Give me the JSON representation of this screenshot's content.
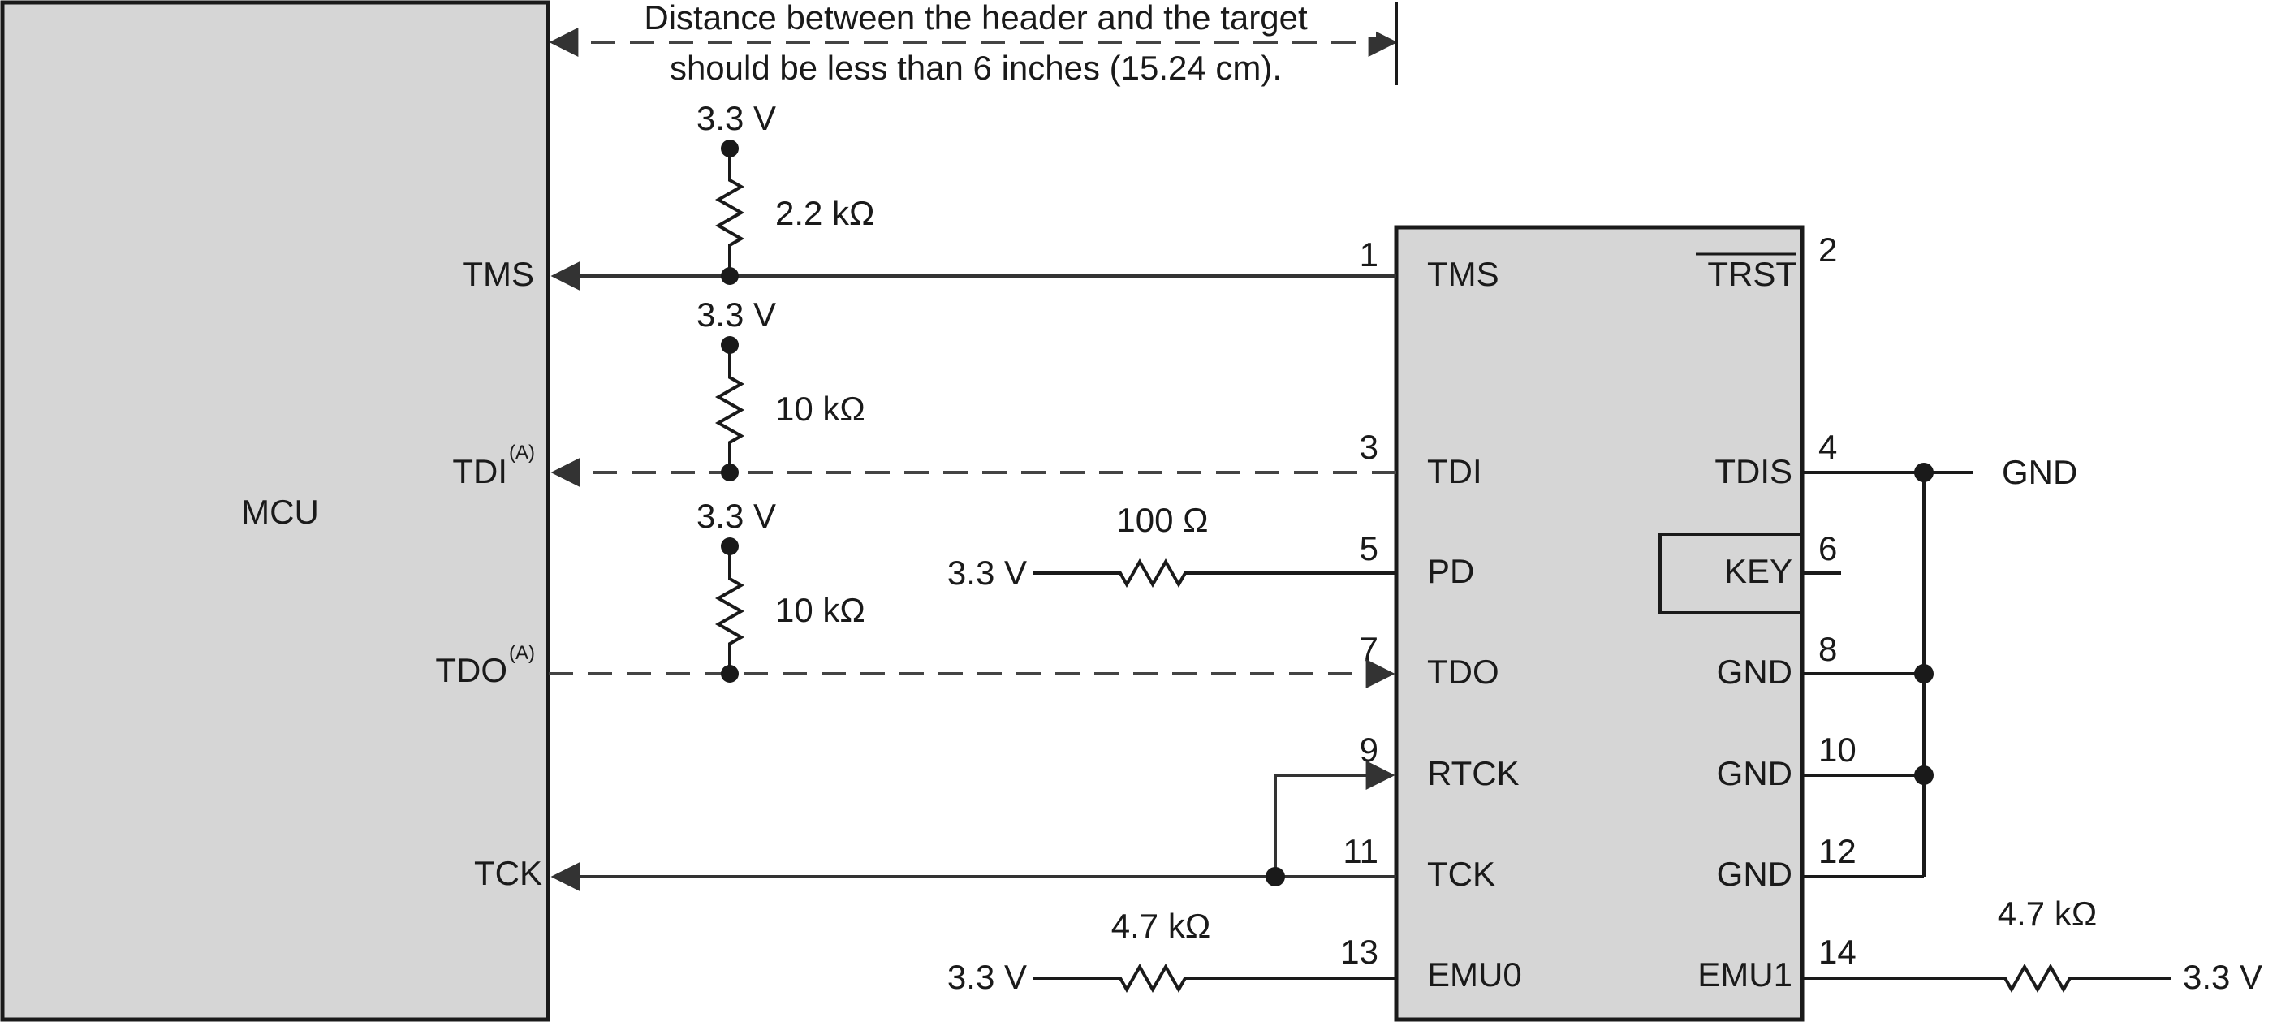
{
  "mcu": {
    "label": "MCU",
    "pins": {
      "tms": "TMS",
      "tdi": "TDI",
      "tdi_note": "(A)",
      "tdo": "TDO",
      "tdo_note": "(A)",
      "tck": "TCK"
    }
  },
  "distance_note": {
    "line1": "Distance between the header and the target",
    "line2": "should be less than 6 inches (15.24 cm)."
  },
  "header": {
    "left_pins": [
      {
        "num": "1",
        "name": "TMS"
      },
      {
        "num": "3",
        "name": "TDI"
      },
      {
        "num": "5",
        "name": "PD"
      },
      {
        "num": "7",
        "name": "TDO"
      },
      {
        "num": "9",
        "name": "RTCK"
      },
      {
        "num": "11",
        "name": "TCK"
      },
      {
        "num": "13",
        "name": "EMU0"
      }
    ],
    "right_pins": [
      {
        "num": "2",
        "name": "TRST"
      },
      {
        "num": "4",
        "name": "TDIS"
      },
      {
        "num": "6",
        "name": "KEY"
      },
      {
        "num": "8",
        "name": "GND"
      },
      {
        "num": "10",
        "name": "GND"
      },
      {
        "num": "12",
        "name": "GND"
      },
      {
        "num": "14",
        "name": "EMU1"
      }
    ]
  },
  "components": {
    "r_tms": {
      "value": "2.2 kΩ",
      "supply": "3.3 V"
    },
    "r_tdi": {
      "value": "10 kΩ",
      "supply": "3.3 V"
    },
    "r_tdo": {
      "value": "10 kΩ",
      "supply": "3.3 V"
    },
    "r_pd": {
      "value": "100 Ω",
      "supply": "3.3 V"
    },
    "r_emu0": {
      "value": "4.7 kΩ",
      "supply": "3.3 V"
    },
    "r_emu1": {
      "value": "4.7 kΩ",
      "supply": "3.3 V"
    }
  },
  "gnd_label": "GND"
}
